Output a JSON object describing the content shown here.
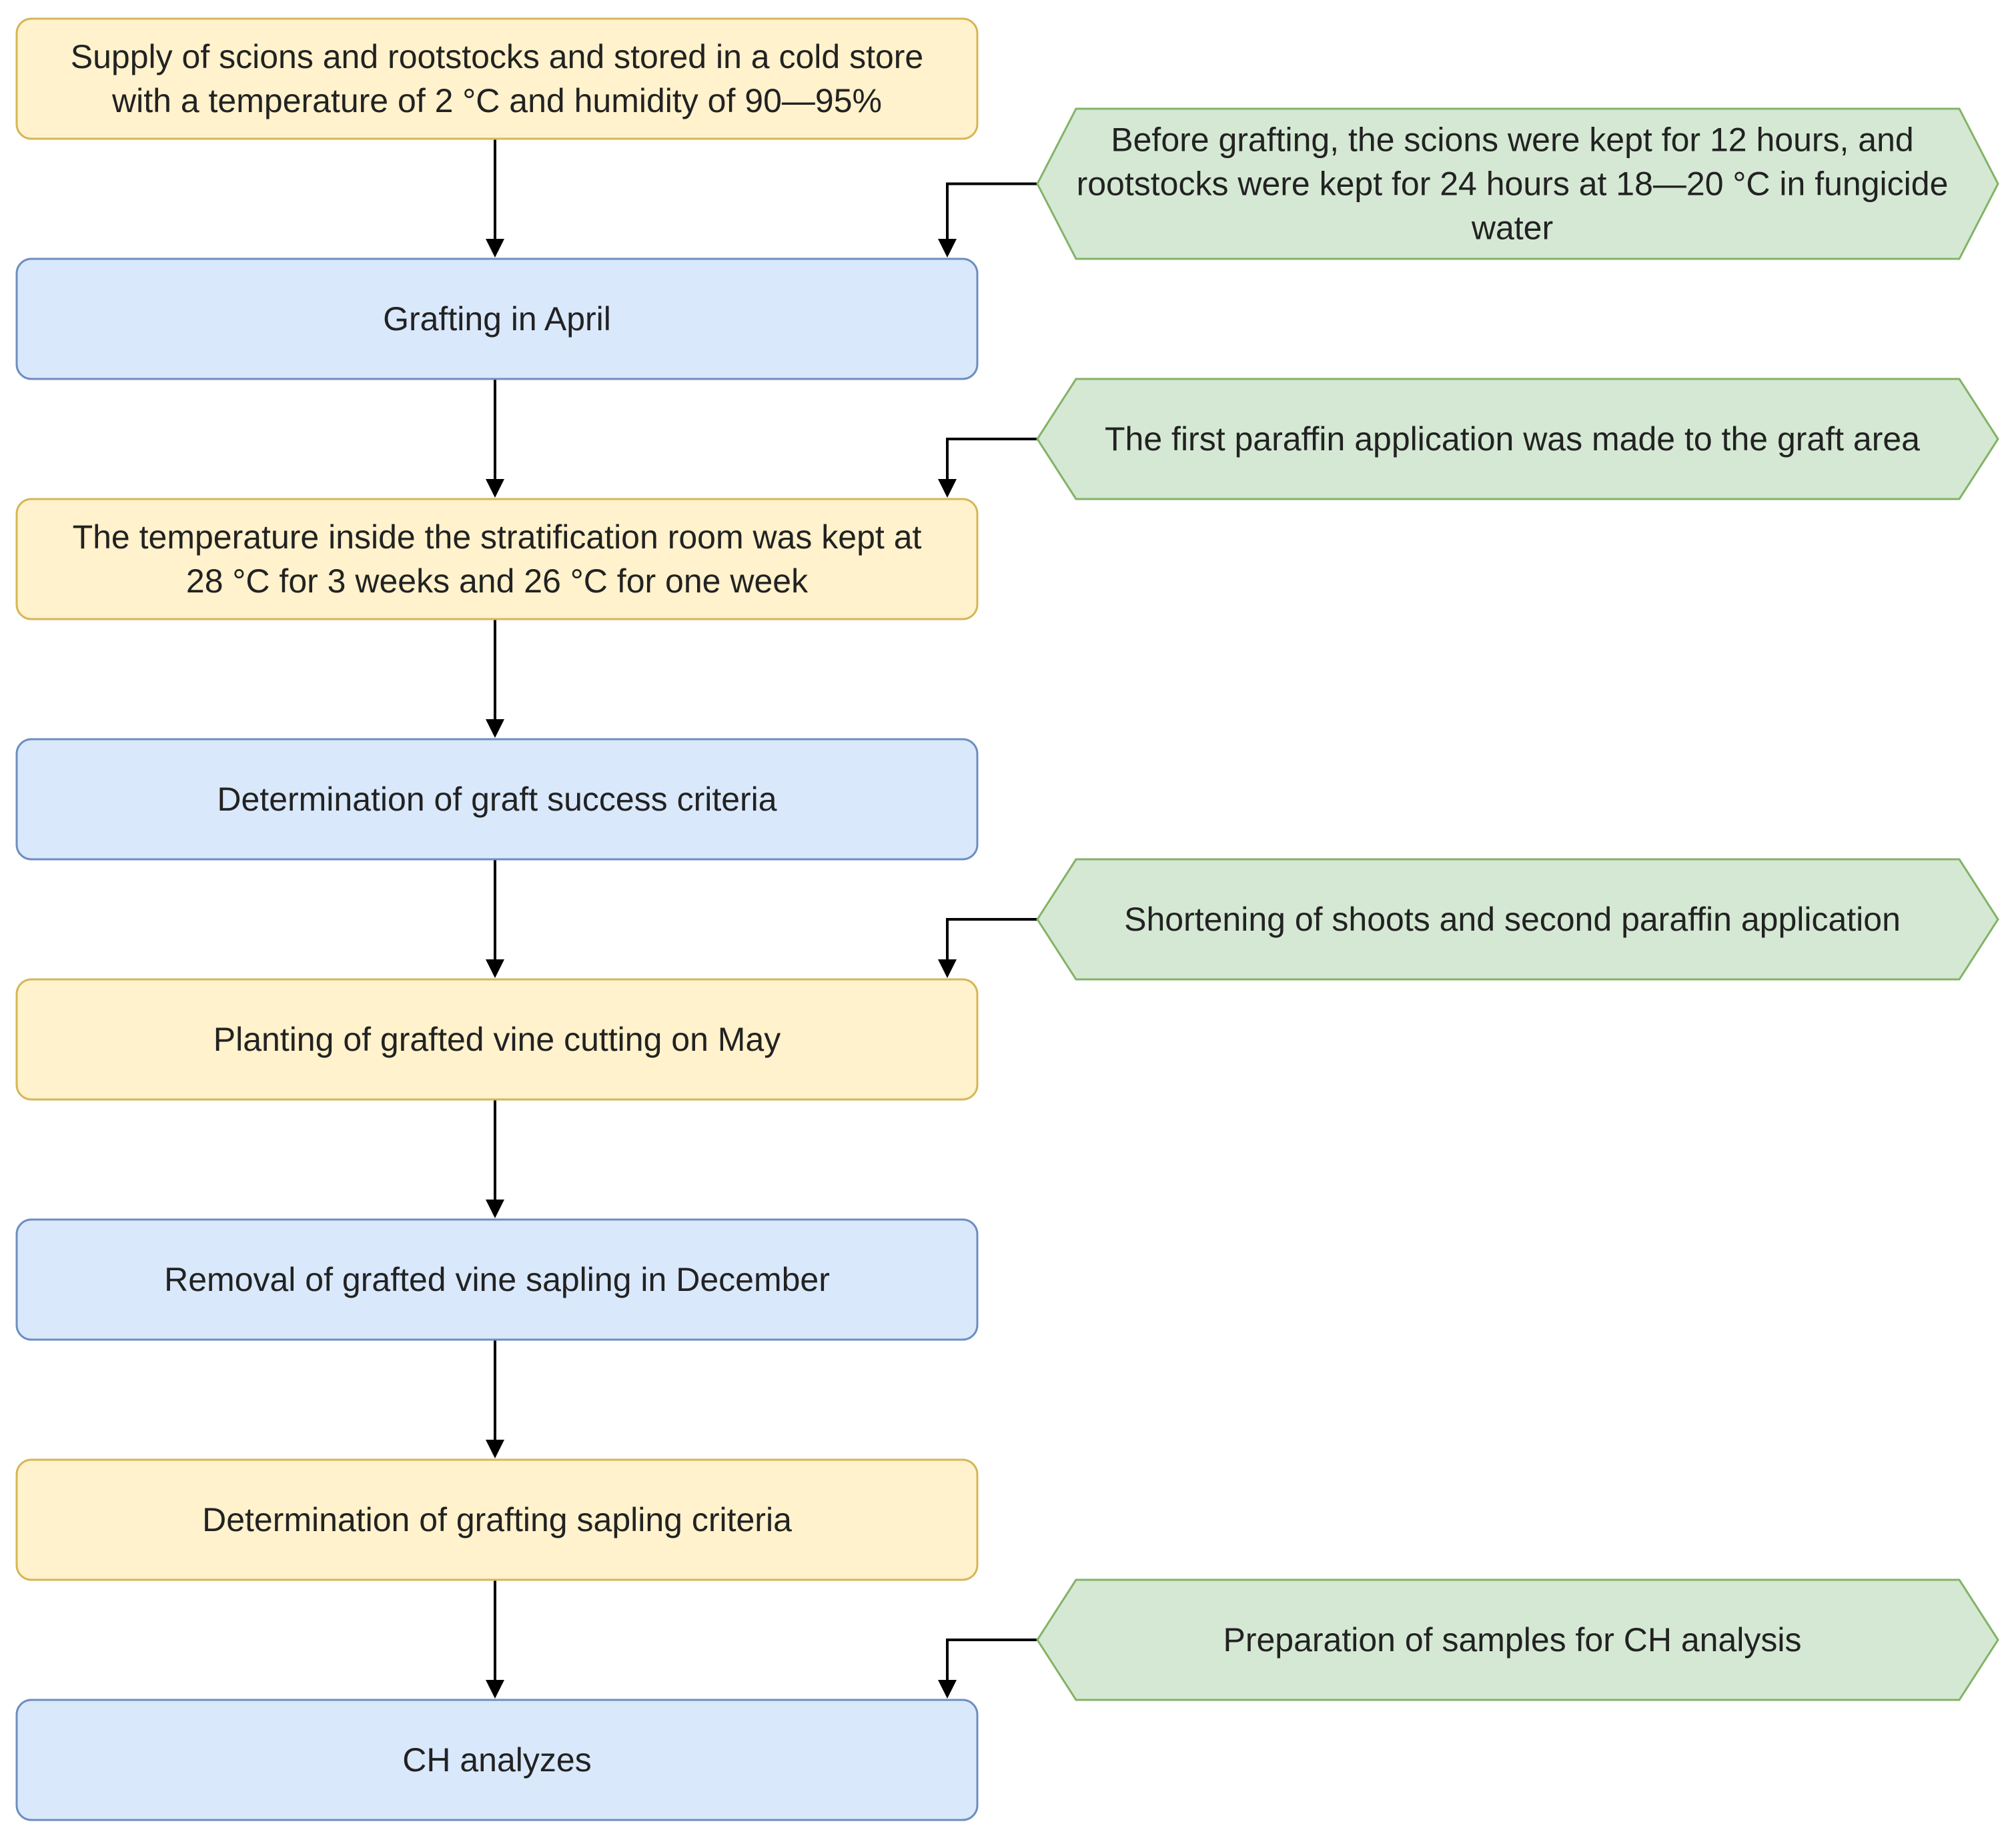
{
  "colors": {
    "yellow_fill": "#fff2cc",
    "yellow_stroke": "#d6b656",
    "blue_fill": "#dae8fc",
    "blue_stroke": "#6c8ebf",
    "green_fill": "#d5e8d4",
    "green_stroke": "#82b366",
    "arrow": "#000000",
    "text": "#222222"
  },
  "steps": [
    {
      "color": "yellow",
      "lines": [
        "Supply of scions and rootstocks and stored in a cold store",
        "with a temperature of 2 °C and humidity of 90—95%"
      ]
    },
    {
      "color": "blue",
      "lines": [
        "Grafting in April"
      ]
    },
    {
      "color": "yellow",
      "lines": [
        "The temperature inside the stratification room was kept at",
        "28 °C for 3 weeks and 26 °C for one week"
      ]
    },
    {
      "color": "blue",
      "lines": [
        "Determination of graft success criteria"
      ]
    },
    {
      "color": "yellow",
      "lines": [
        "Planting of grafted vine cutting on May"
      ]
    },
    {
      "color": "blue",
      "lines": [
        "Removal of grafted vine sapling in December"
      ]
    },
    {
      "color": "yellow",
      "lines": [
        "Determination of grafting sapling criteria"
      ]
    },
    {
      "color": "blue",
      "lines": [
        "CH analyzes"
      ]
    }
  ],
  "side_notes": [
    {
      "target_step": 1,
      "lines": [
        "Before grafting, the scions were kept for 12 hours, and",
        "rootstocks were kept for 24 hours at 18—20 °C in fungicide",
        "water"
      ]
    },
    {
      "target_step": 2,
      "lines": [
        "The first paraffin application was made to the graft area"
      ]
    },
    {
      "target_step": 4,
      "lines": [
        "Shortening of shoots and second paraffin application"
      ]
    },
    {
      "target_step": 7,
      "lines": [
        "Preparation of samples for CH analysis"
      ]
    }
  ]
}
